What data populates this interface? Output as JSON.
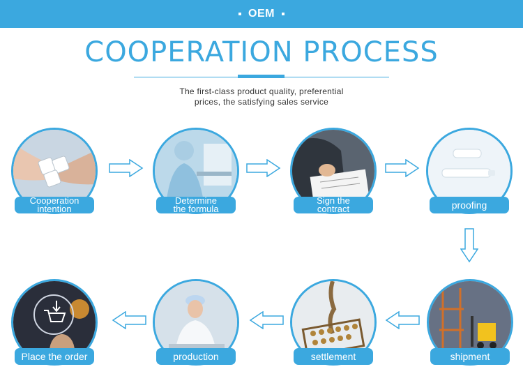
{
  "header": {
    "tag": "OEM"
  },
  "title": "COOPERATION PROCESS",
  "subtitle": {
    "line1": "The first-class product quality, preferential",
    "line2": "prices, the satisfying sales service"
  },
  "colors": {
    "accent": "#3ba8df",
    "text": "#333333"
  },
  "steps": [
    {
      "line1": "Cooperation",
      "line2": "intention",
      "icon": "handshake-puzzle-icon"
    },
    {
      "line1": "Determine",
      "line2": "the formula",
      "icon": "lab-worker-icon"
    },
    {
      "line1": "Sign the",
      "line2": "contract",
      "icon": "pen-signing-icon"
    },
    {
      "label": "proofing",
      "icon": "sample-tubes-icon"
    },
    {
      "label": "shipment",
      "icon": "warehouse-forklift-icon"
    },
    {
      "label": "settlement",
      "icon": "abacus-icon"
    },
    {
      "label": "production",
      "icon": "factory-worker-icon"
    },
    {
      "label": "Place the order",
      "icon": "cart-download-icon"
    }
  ]
}
